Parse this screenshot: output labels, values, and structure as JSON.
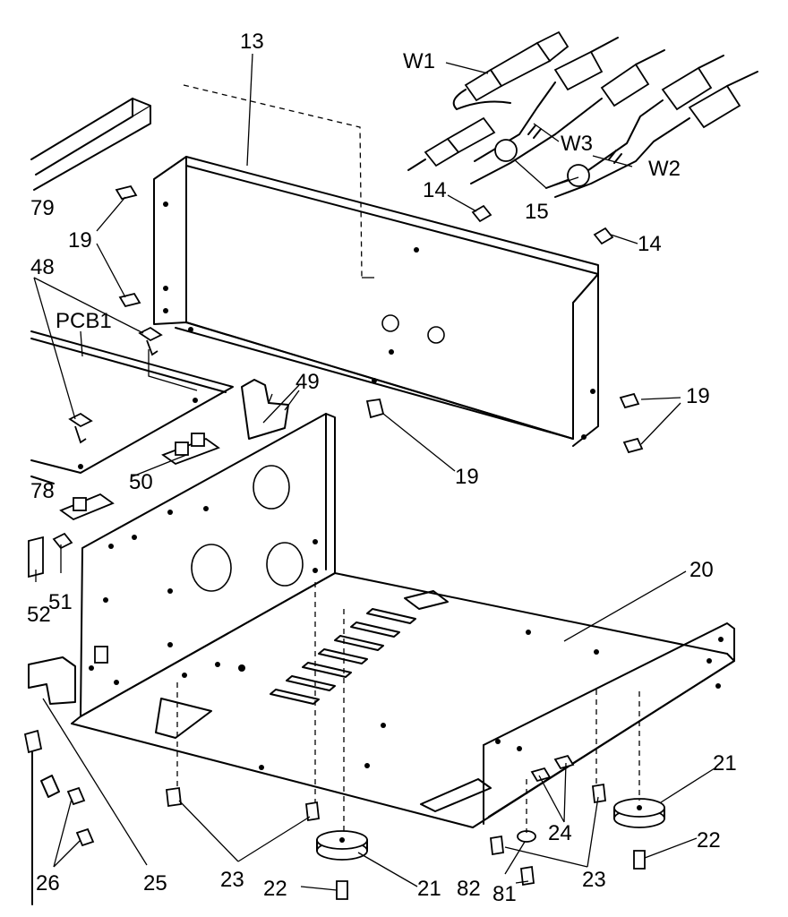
{
  "callouts": {
    "c13": "13",
    "cW1": "W1",
    "cW3": "W3",
    "cW2": "W2",
    "c14a": "14",
    "c14b": "14",
    "c15": "15",
    "c79": "79",
    "c19a": "19",
    "c48": "48",
    "cPCB1": "PCB1",
    "c49": "49",
    "c19b": "19",
    "c19c": "19",
    "c50": "50",
    "c78": "78",
    "c51": "51",
    "c52": "52",
    "c20": "20",
    "c21a": "21",
    "c22a": "22",
    "c24": "24",
    "c23a": "23",
    "c23b": "23",
    "c25": "25",
    "c26": "26",
    "c22b": "22",
    "c21b": "21",
    "c82": "82",
    "c81": "81"
  },
  "colors": {
    "ink": "#000000",
    "paper": "#ffffff"
  }
}
